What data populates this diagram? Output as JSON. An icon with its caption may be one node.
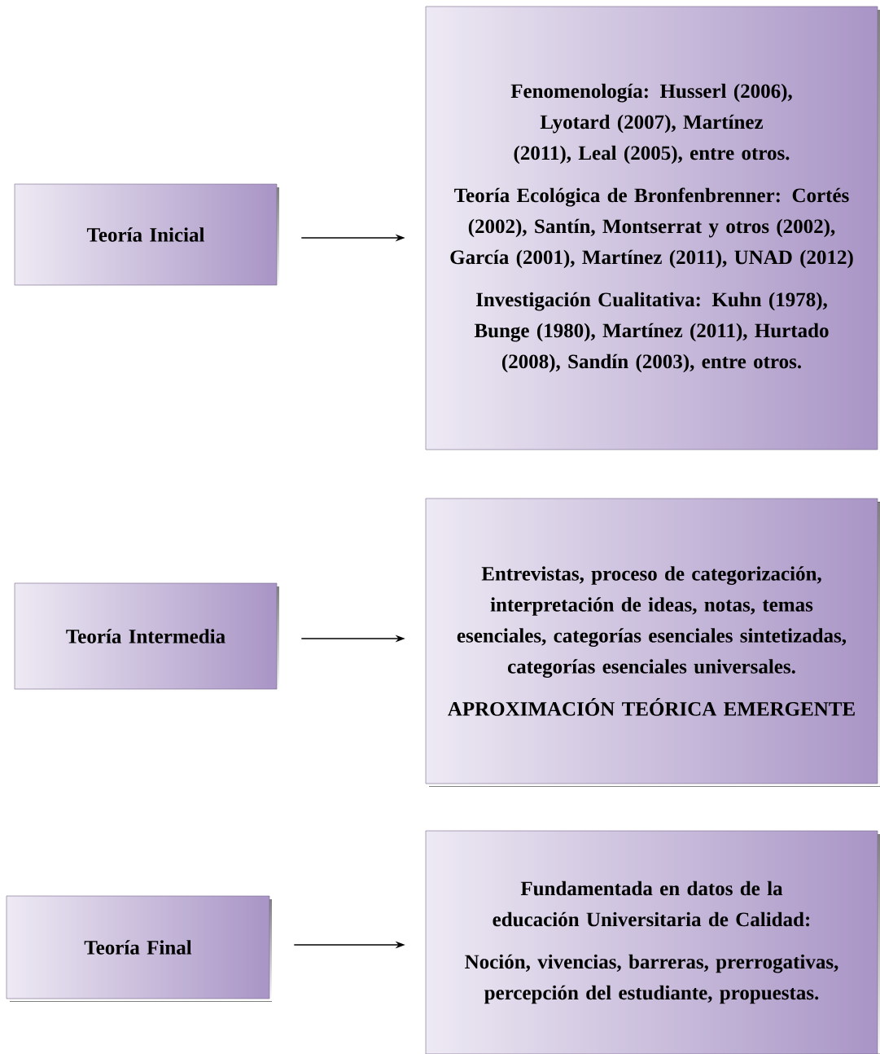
{
  "diagram": {
    "nodes": [
      {
        "text": [
          "Teoría Inicial"
        ]
      },
      {
        "text": [
          "Fenomenología: Husserl (2006), Lyotard (2007), Martínez (2011), Leal (2005), entre otros.",
          "Teoría Ecológica de Bronfenbrenner: Cortés (2002), Santín, Montserrat y otros (2002), García (2001), Martínez (2011), UNAD (2012)",
          "Investigación Cualitativa: Kuhn (1978), Bunge (1980), Martínez (2011), Hurtado (2008), Sandín (2003), entre otros."
        ]
      },
      {
        "text": [
          "Teoría Intermedia"
        ]
      },
      {
        "text": [
          "Entrevistas, proceso de categorización, interpretación de ideas, notas, temas esenciales, categorías esenciales sintetizadas, categorías esenciales universales.",
          "APROXIMACIÓN TEÓRICA EMERGENTE"
        ]
      },
      {
        "text": [
          "Teoría Final"
        ]
      },
      {
        "text": [
          "Fundamentada en datos de la educación Universitaria de Calidad:",
          "Noción, vivencias, barreras, prerrogativas, percepción del estudiante, propuestas."
        ]
      }
    ],
    "edges": [
      {
        "from": 0,
        "to": 1,
        "arrow": "to"
      },
      {
        "from": 2,
        "to": 3,
        "arrow": "to"
      },
      {
        "from": 4,
        "to": 5,
        "arrow": "to"
      }
    ]
  }
}
